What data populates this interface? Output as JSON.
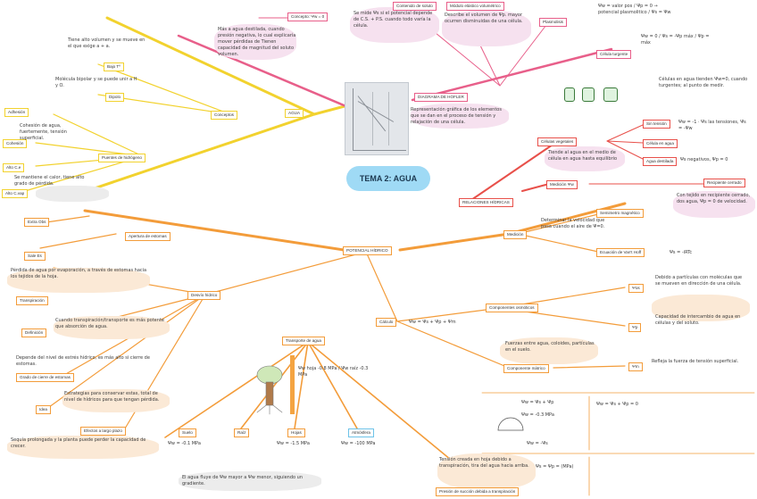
{
  "title": "TEMA 2: AGUA",
  "colors": {
    "yellow": "#f2d22e",
    "orange": "#f39c3a",
    "pink": "#e85f8a",
    "red": "#e8504a",
    "blue": "#9fdaf5"
  },
  "nodes": {
    "agua": "AGUA",
    "conceptos": "Conceptos",
    "bajo_tf": "Bajo Tº",
    "dipolo": "Dipolo",
    "adhesion": "Adhesión",
    "cohesion": "Cohesión",
    "alto_ce": "Alto C.e",
    "alto_cvap": "Alto C.vap",
    "puentes": "Puentes de hidrógeno",
    "conceptos_t": "Concepto: Ψw = 0",
    "contenido": "Contenido de soluto",
    "modulo": "Módulo elástico volumétrico",
    "plasmolisis": "Plasmolisis",
    "celula_turgente": "Célula turgente",
    "diagrama": "DIAGRAMA DE HOFLER",
    "celulas_vegetales": "Células vegetales",
    "sin_tension": "Sin tensión",
    "celula_agua": "Célula en agua",
    "agua_destilada": "Agua destilada",
    "medicion_ww": "Medición Ψw",
    "recipiente": "Recipiente cerrado",
    "relaciones": "RELACIONES HÍDRICAS",
    "potencial": "POTENCIAL HÍDRICO",
    "medicion": "Medición",
    "semimetro": "Semimetro magnético",
    "ecuacion": "Ecuación de Van't Hoff",
    "extra_obs": "Extra Obs",
    "sale_es": "Sale Es",
    "apertura": "Apertura de estomas",
    "transpiracion": "Transpiración",
    "definicion": "Definición",
    "grado": "Grado de cierre de estomas",
    "idea": "Idea",
    "efectos": "Efectos a largo plazo",
    "desvio": "Desvío hídrico",
    "calculo": "Cálculo",
    "componentes": "Componentes osmóticos",
    "componente_mat": "Componente mátrico",
    "wos": "Ψos",
    "wp": "Ψp",
    "wm": "Ψm",
    "transporte": "Transporte de agua",
    "suelo": "Suelo",
    "raiz": "Raíz",
    "hojas": "Hojas",
    "atmosfera": "Atmósfera",
    "presion": "Presión de succión debida a transpiración"
  },
  "notes": {
    "hofler_desc": "Representación gráfica de los elementos que se dan en el proceso de tensión y relajación de una célula.",
    "conceptos_desc": "Más a agua destilada, cuando presión negativa, lo cual explicaría mover pérdidas de Tienen capacidad de magnitud del soluto volumen.",
    "contenido_desc": "Se mide Ψs si el potencial depende de C.S. + P.S. cuando todo varía la célula.",
    "modulo_desc": "Describe el volumen de Ψp. mayor ocurren disminuidas de una célula.",
    "plasmolisis_desc": "Ψw = valor pos / Ψp = 0 → potencial plasmolitico / Ψs = Ψw",
    "turgente_desc": "Ψw = 0 / Ψs = -Ψp máx / Ψp = máx",
    "celulas_desc": "Células en agua tienden Ψw=0, cuando turgentes; al punto de medir.",
    "sin_tension_desc": "Ψw = -1 · Ψs las tensiones, Ψs = -Ψw",
    "destilada_desc": "Ψs negativos, Ψp = 0",
    "veg_desc": "Tiende al agua en el medio de célula en agua hasta equilibrio",
    "recipiente_desc": "Con tejido en recipiente cerrado, dos agua, Ψp = 0 de velocidad.",
    "semimetro_desc": "Determinar la velocidad que pasa cuando el aire de Ψ=0.",
    "ecuacion_desc": "Ψs = -iRTc",
    "calculo_desc": "Ψw = Ψs + Ψp + Ψm",
    "wos_desc": "Debido a partículas con moléculas que se mueven en dirección de una célula.",
    "wp_desc": "Capacidad de intercambio de agua en células y del soluto.",
    "wm_desc": "Refleja la fuerza de tensión superficial.",
    "mat_desc": "Fuerzas entre agua, coloides, partículas en el suelo.",
    "bajo_desc": "Tiene alto volumen y se mueve en el que exige a + a.",
    "dipolo_desc": "Molécula bipolar y se puede unir a H y O.",
    "cohesion_desc": "Cohesión de agua, fuertemente, tensión superficial.",
    "alto_ce_desc": "Se mantiene el calor, tiene alto grado de pérdida.",
    "transp_desc": "Pérdida de agua por evaporación, a través de estomas hacia los tejidos de la hoja.",
    "def_desc": "Cuando transpiración/transporte es más potente que absorción de agua.",
    "grado_desc": "Depende del nivel de estrés hídrico, es más alto si cierre de estomas.",
    "idea_desc": "Estrategias para conservar estas, total de nivel de hídricos para que tengan pérdida.",
    "efectos_desc": "Sequía prolongada y la planta puede perder la capacidad de crecer.",
    "suelo_desc": "Ψw = -0.1 MPa",
    "hojas_desc": "Ψw = -1.5 MPa",
    "atm_desc": "Ψw = -100 MPa",
    "trunk_desc": "Ψw hoja -0.8 MPa / Ψw raíz -0.3 MPa",
    "bottom_desc": "El agua fluye de Ψw mayor a Ψw menor, siguiendo un gradiente.",
    "presion_desc": "Tensión creada en hoja debido a transpiración, tira del agua hacia arriba.",
    "eq1": "Ψw = Ψs + Ψp",
    "eq2": "Ψw = -0.3 MPa",
    "eq3": "Ψw = Ψs + Ψp = 0",
    "eq4": "Ψw = -Ψs",
    "eq5": "Ψs = Ψp = (MPa)"
  }
}
